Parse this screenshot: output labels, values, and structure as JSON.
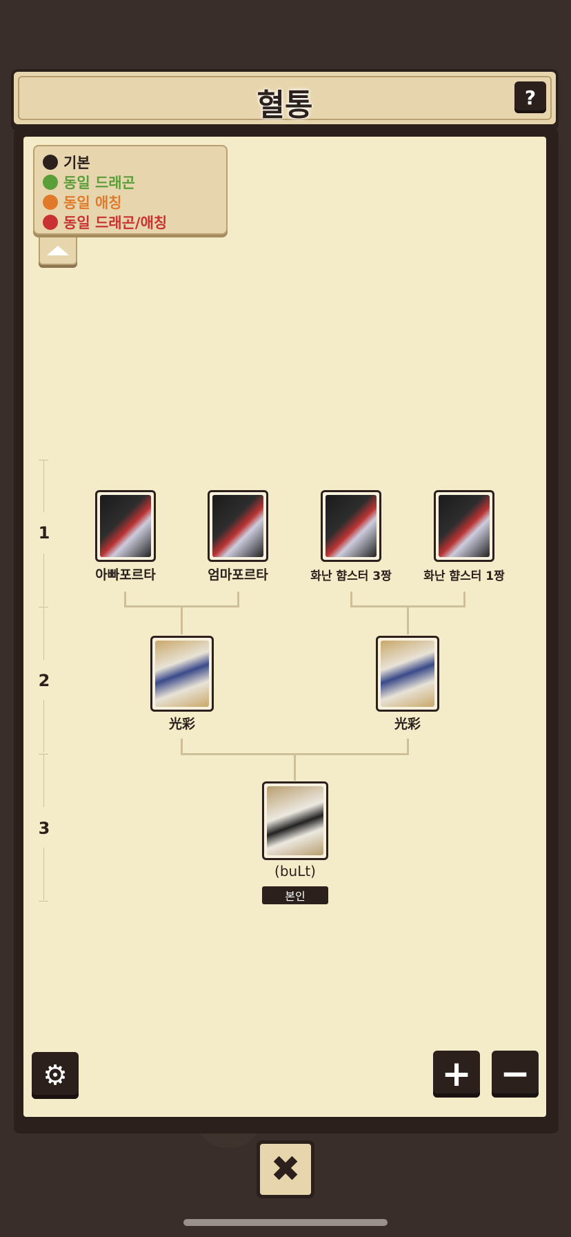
{
  "header": {
    "title": "혈통",
    "help_label": "?"
  },
  "legend": {
    "items": [
      {
        "label": "기본",
        "color": "#2b201c"
      },
      {
        "label": "동일 드래곤",
        "color": "#5a9e3a"
      },
      {
        "label": "동일 애칭",
        "color": "#e07a2a"
      },
      {
        "label": "동일 드래곤/애칭",
        "color": "#c83232"
      }
    ]
  },
  "generations": [
    "1",
    "2",
    "3"
  ],
  "tree": {
    "gen1": [
      {
        "name": "아빠포르타"
      },
      {
        "name": "엄마포르타"
      },
      {
        "name": "화난 햠스터 3짱"
      },
      {
        "name": "화난 햠스터 1짱"
      }
    ],
    "gen2": [
      {
        "name": "光彩"
      },
      {
        "name": "光彩"
      }
    ],
    "gen3": {
      "name": "(buLt)",
      "badge": "본인"
    }
  },
  "controls": {
    "settings_icon": "⚙",
    "zoom_in": "+",
    "zoom_out": "−",
    "close": "✖"
  }
}
